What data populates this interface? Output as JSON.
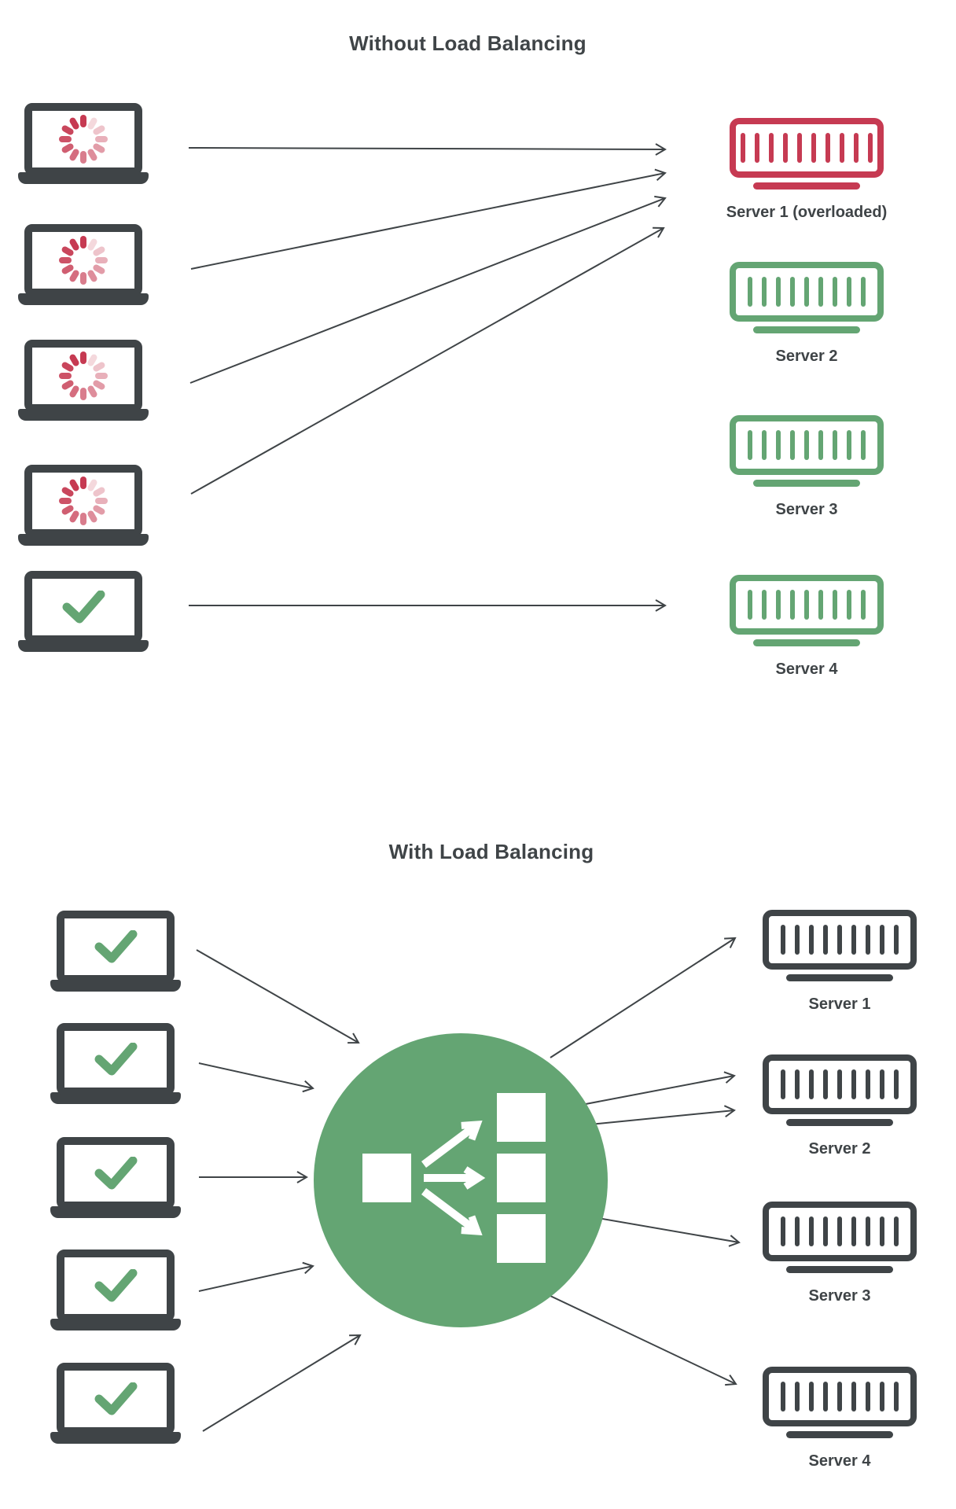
{
  "colors": {
    "dark": "#3F4447",
    "red": "#C63A52",
    "green": "#64A573",
    "bg": "#FFFFFF"
  },
  "top": {
    "title": "Without Load Balancing",
    "clients": [
      {
        "icon": "loading-spinner-icon",
        "status": "loading"
      },
      {
        "icon": "loading-spinner-icon",
        "status": "loading"
      },
      {
        "icon": "loading-spinner-icon",
        "status": "loading"
      },
      {
        "icon": "loading-spinner-icon",
        "status": "loading"
      },
      {
        "icon": "check-icon",
        "status": "ok"
      }
    ],
    "servers": [
      {
        "label": "Server 1 (overloaded)",
        "state": "overloaded",
        "color": "#C63A52",
        "ticks": 10
      },
      {
        "label": "Server 2",
        "state": "ok",
        "color": "#64A573",
        "ticks": 9
      },
      {
        "label": "Server 3",
        "state": "ok",
        "color": "#64A573",
        "ticks": 9
      },
      {
        "label": "Server 4",
        "state": "ok",
        "color": "#64A573",
        "ticks": 9
      }
    ]
  },
  "bottom": {
    "title": "With Load Balancing",
    "clients": [
      {
        "icon": "check-icon",
        "status": "ok"
      },
      {
        "icon": "check-icon",
        "status": "ok"
      },
      {
        "icon": "check-icon",
        "status": "ok"
      },
      {
        "icon": "check-icon",
        "status": "ok"
      },
      {
        "icon": "check-icon",
        "status": "ok"
      }
    ],
    "load_balancer": {
      "icon": "load-balancer-icon",
      "color": "#64A573"
    },
    "servers": [
      {
        "label": "Server 1",
        "state": "ok",
        "color": "#3F4447",
        "ticks": 9
      },
      {
        "label": "Server 2",
        "state": "ok",
        "color": "#3F4447",
        "ticks": 9
      },
      {
        "label": "Server 3",
        "state": "ok",
        "color": "#3F4447",
        "ticks": 9
      },
      {
        "label": "Server 4",
        "state": "ok",
        "color": "#3F4447",
        "ticks": 9
      }
    ]
  }
}
